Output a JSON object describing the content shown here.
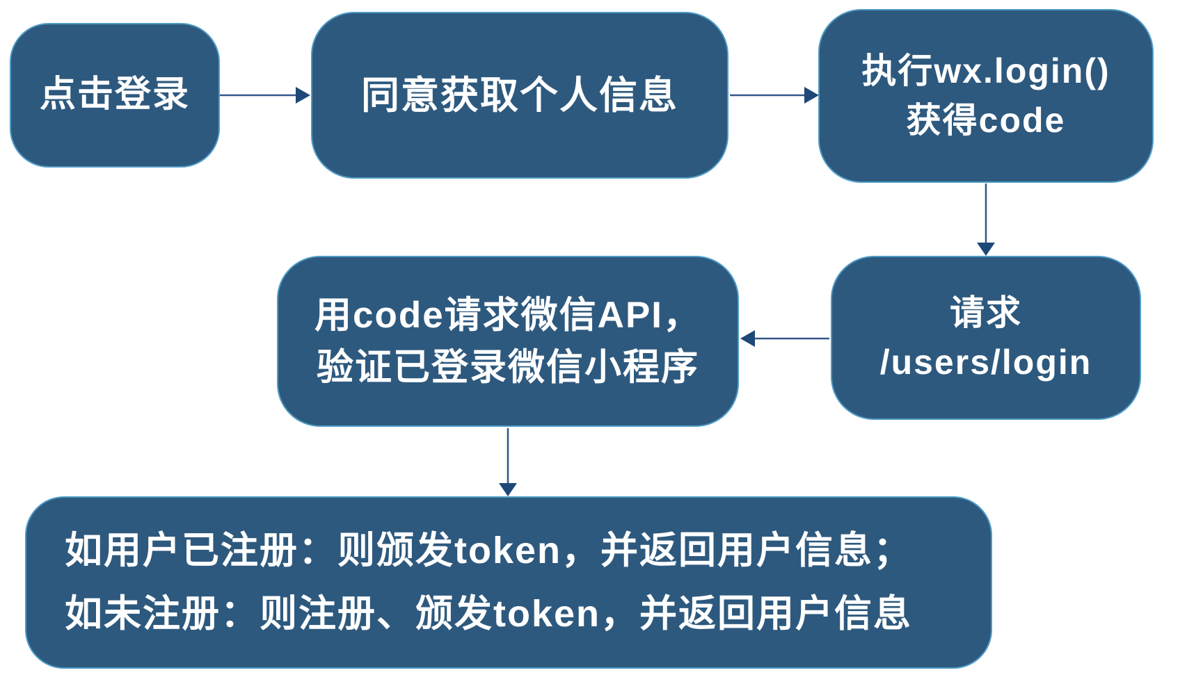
{
  "page": {
    "background": "#FFFFFF",
    "description": "WeChat mini-program login flow diagram"
  },
  "colors": {
    "node_fill": "#2E597E",
    "node_border": "#4E9CC6",
    "node_text": "#FFFFFF",
    "arrow_line": "#33568B",
    "arrow_head": "#1D4878",
    "page_bg": "#FFFFFF"
  },
  "nodes": {
    "click_login": {
      "label": "点击登录"
    },
    "agree_info": {
      "label": "同意获取个人信息"
    },
    "wx_login": {
      "lines": [
        "执行wx.login()",
        "获得code"
      ]
    },
    "request_users_login": {
      "lines": [
        "请求",
        "/users/login"
      ]
    },
    "verify_wechat_api": {
      "lines": [
        "用code请求微信API，",
        "验证已登录微信小程序"
      ]
    },
    "token_result": {
      "lines": [
        "如用户已注册：则颁发token，并返回用户信息；",
        "如未注册：则注册、颁发token，并返回用户信息"
      ]
    }
  },
  "edges": [
    {
      "from": "点击登录",
      "to": "同意获取个人信息",
      "direction": "right"
    },
    {
      "from": "同意获取个人信息",
      "to": "执行wx.login() 获得code",
      "direction": "right"
    },
    {
      "from": "执行wx.login() 获得code",
      "to": "请求 /users/login",
      "direction": "down"
    },
    {
      "from": "请求 /users/login",
      "to": "用code请求微信API，验证已登录微信小程序",
      "direction": "left"
    },
    {
      "from": "用code请求微信API，验证已登录微信小程序",
      "to": "如用户已注册：则颁发token，并返回用户信息；如未注册：则注册、颁发token，并返回用户信息",
      "direction": "down"
    }
  ]
}
